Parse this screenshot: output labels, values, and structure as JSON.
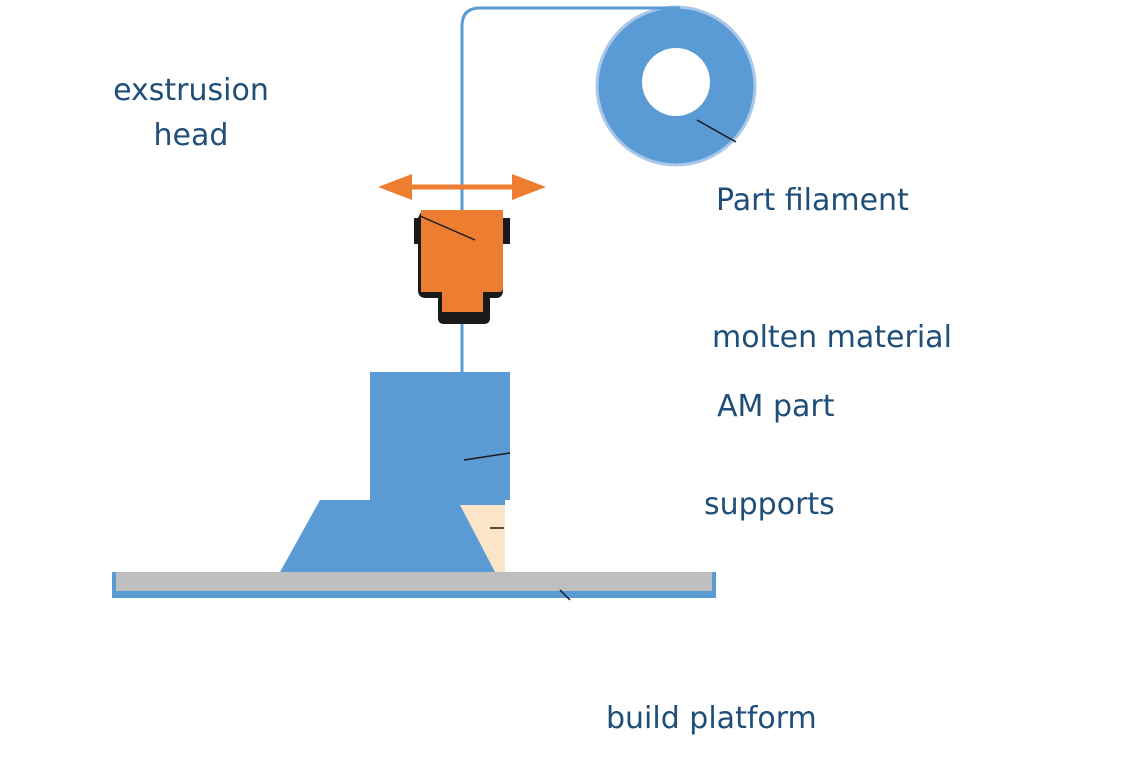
{
  "labels": {
    "extrusion_head_line1": "exstrusion",
    "extrusion_head_line2": "head",
    "part_filament": "Part filament",
    "molten_material": "molten material",
    "am_part": "AM part",
    "supports": "supports",
    "build_platform": "build platform"
  },
  "colors": {
    "label_text": "#1f4e79",
    "part_blue": "#5b9bd5",
    "head_orange": "#ed7d31",
    "support_beige": "#fbe5c8",
    "platform_gray": "#bfbfbf",
    "outline_dark": "#1a1a1a"
  }
}
